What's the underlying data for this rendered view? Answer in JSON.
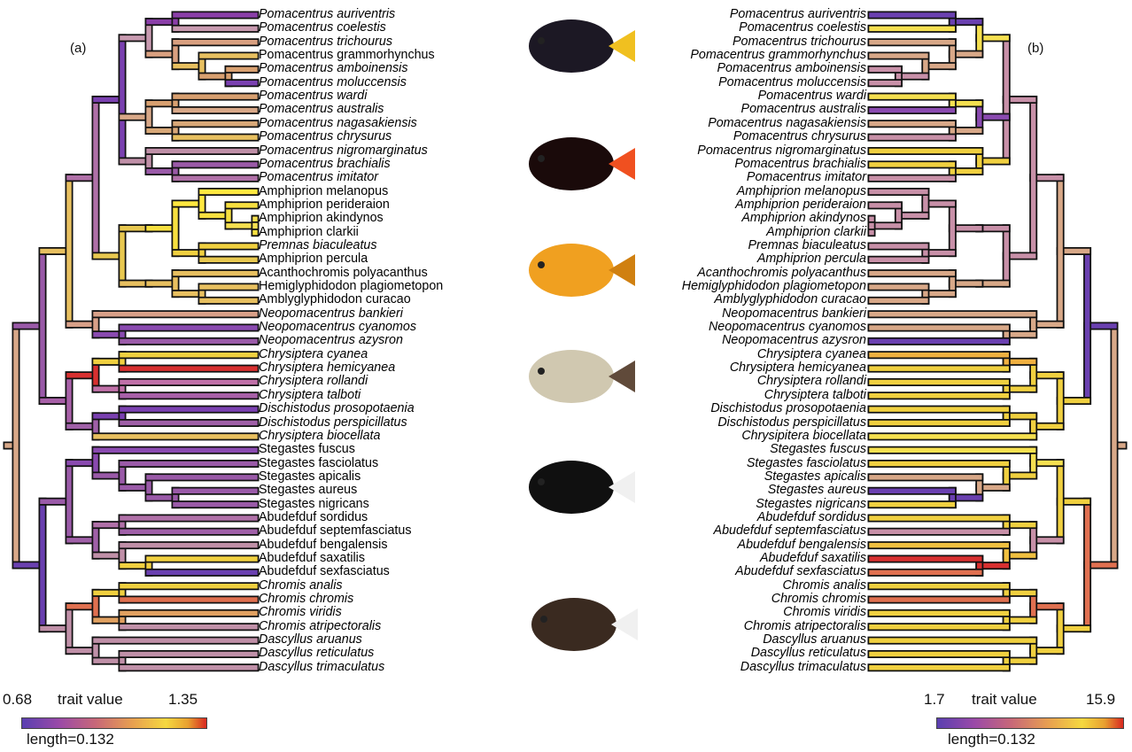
{
  "panels": {
    "left": "(a)",
    "right": "(b)"
  },
  "taxa_left": [
    {
      "name": "Pomacentrus auriventris",
      "italic": true
    },
    {
      "name": "Pomacentrus coelestis",
      "italic": true
    },
    {
      "name": "Pomacentrus trichourus",
      "italic": true
    },
    {
      "name": "Pomacentrus grammorhynchus",
      "italic": false
    },
    {
      "name": "Pomacentrus amboinensis",
      "italic": true
    },
    {
      "name": "Pomacentrus moluccensis",
      "italic": true
    },
    {
      "name": "Pomacentrus wardi",
      "italic": true
    },
    {
      "name": "Pomacentrus australis",
      "italic": true
    },
    {
      "name": "Pomacentrus nagasakiensis",
      "italic": true
    },
    {
      "name": "Pomacentrus chrysurus",
      "italic": true
    },
    {
      "name": "Pomacentrus nigromarginatus",
      "italic": true
    },
    {
      "name": "Pomacentrus brachialis",
      "italic": true
    },
    {
      "name": "Pomacentrus imitator",
      "italic": true
    },
    {
      "name": "Amphiprion melanopus",
      "italic": false
    },
    {
      "name": "Amphiprion perideraion",
      "italic": false
    },
    {
      "name": "Amphiprion akindynos",
      "italic": false
    },
    {
      "name": "Amphiprion clarkii",
      "italic": false
    },
    {
      "name": "Premnas biaculeatus",
      "italic": true
    },
    {
      "name": "Amphiprion percula",
      "italic": false
    },
    {
      "name": "Acanthochromis polyacanthus",
      "italic": false
    },
    {
      "name": "Hemiglyphidodon plagiometopon",
      "italic": false
    },
    {
      "name": "Amblyglyphidodon curacao",
      "italic": false
    },
    {
      "name": "Neopomacentrus bankieri",
      "italic": true
    },
    {
      "name": "Neopomacentrus cyanomos",
      "italic": true
    },
    {
      "name": "Neopomacentrus azysron",
      "italic": true
    },
    {
      "name": "Chrysiptera cyanea",
      "italic": true
    },
    {
      "name": "Chrysiptera hemicyanea",
      "italic": true
    },
    {
      "name": "Chrysiptera rollandi",
      "italic": true
    },
    {
      "name": "Chrysiptera talboti",
      "italic": true
    },
    {
      "name": "Dischistodus prosopotaenia",
      "italic": true
    },
    {
      "name": "Dischistodus perspicillatus",
      "italic": true
    },
    {
      "name": "Chrysiptera biocellata",
      "italic": true
    },
    {
      "name": "Stegastes fuscus",
      "italic": false
    },
    {
      "name": "Stegastes fasciolatus",
      "italic": false
    },
    {
      "name": "Stegastes apicalis",
      "italic": false
    },
    {
      "name": "Stegastes aureus",
      "italic": false
    },
    {
      "name": "Stegastes nigricans",
      "italic": false
    },
    {
      "name": "Abudefduf sordidus",
      "italic": false
    },
    {
      "name": "Abudefduf septemfasciatus",
      "italic": false
    },
    {
      "name": "Abudefduf bengalensis",
      "italic": false
    },
    {
      "name": "Abudefduf saxatilis",
      "italic": false
    },
    {
      "name": "Abudefduf sexfasciatus",
      "italic": false
    },
    {
      "name": "Chromis analis",
      "italic": true
    },
    {
      "name": "Chromis chromis",
      "italic": true
    },
    {
      "name": "Chromis viridis",
      "italic": true
    },
    {
      "name": "Chromis atripectoralis",
      "italic": true
    },
    {
      "name": "Dascyllus aruanus",
      "italic": true
    },
    {
      "name": "Dascyllus reticulatus",
      "italic": true
    },
    {
      "name": "Dascyllus trimaculatus",
      "italic": true
    }
  ],
  "taxa_right": [
    "Pomacentrus auriventris",
    "Pomacentrus coelestis",
    "Pomacentrus trichourus",
    "Pomacentrus grammorhynchus",
    "Pomacentrus amboinensis",
    "Pomacentrus moluccensis",
    "Pomacentrus wardi",
    "Pomacentrus australis",
    "Pomacentrus nagasakiensis",
    "Pomacentrus chrysurus",
    "Pomacentrus nigromarginatus",
    "Pomacentrus brachialis",
    "Pomacentrus imitator",
    "Amphiprion melanopus",
    "Amphiprion perideraion",
    "Amphiprion akindynos",
    "Amphiprion clarkii",
    "Premnas biaculeatus",
    "Amphiprion percula",
    "Acanthochromis polyacanthus",
    "Hemiglyphidodon plagiometopon",
    "Amblyglyphidodon curacao",
    "Neopomacentrus bankieri",
    "Neopomacentrus cyanomos",
    "Neopomacentrus azysron",
    "Chrysiptera cyanea",
    "Chrysiptera hemicyanea",
    "Chrysiptera rollandi",
    "Chrysiptera talboti",
    "Dischistodus prosopotaenia",
    "Dischistodus perspicillatus",
    "Chrysipitera biocellata",
    "Stegastes fuscus",
    "Stegastes fasciolatus",
    "Stegastes apicalis",
    "Stegastes aureus",
    "Stegastes nigricans",
    "Abudefduf sordidus",
    "Abudefduf septemfasciatus",
    "Abudefduf bengalensis",
    "Abudefduf saxatilis",
    "Abudefduf sexfasciatus",
    "Chromis analis",
    "Chromis chromis",
    "Chromis viridis",
    "Chromis atripectoralis",
    "Dascyllus aruanus",
    "Dascyllus reticulatus",
    "Dascyllus trimaculatus"
  ],
  "tip_colors_left": [
    "#8a3ea8",
    "#c89ab0",
    "#d9a080",
    "#e8c060",
    "#d8a070",
    "#7a40b0",
    "#d8a070",
    "#d8a888",
    "#d8a878",
    "#e8c060",
    "#c090a8",
    "#9a5aa8",
    "#b070a8",
    "#ffe840",
    "#f7e040",
    "#f5e050",
    "#f7e040",
    "#f0d040",
    "#e8c850",
    "#e8c060",
    "#e8c060",
    "#e8c060",
    "#d8a088",
    "#8a4ab0",
    "#9a5aa8",
    "#f0d040",
    "#d83030",
    "#c070a8",
    "#a860a8",
    "#7a40b0",
    "#a060a8",
    "#e8c060",
    "#8a4ab0",
    "#9a5aa8",
    "#9a5aa8",
    "#9a5aa8",
    "#9a5aa8",
    "#b070a8",
    "#a060a8",
    "#c090a8",
    "#f0d040",
    "#6a40b0",
    "#f0d040",
    "#e07050",
    "#e0a060",
    "#c090a8",
    "#c090a8",
    "#c090a8",
    "#c090a8"
  ],
  "tip_colors_right": [
    "#6a40b0",
    "#f5e050",
    "#d8a888",
    "#d8a888",
    "#c890a8",
    "#c890a8",
    "#f5e050",
    "#8a4ab0",
    "#d8a888",
    "#c890a8",
    "#f0d040",
    "#f0d040",
    "#c890a8",
    "#c890a8",
    "#c890a8",
    "#c890a8",
    "#c890a8",
    "#c890a8",
    "#c890a8",
    "#d8a888",
    "#d8a888",
    "#d8a888",
    "#d8a888",
    "#d8a888",
    "#6a40b0",
    "#f0b040",
    "#f0d040",
    "#f0d040",
    "#f0d040",
    "#f0d040",
    "#f0d040",
    "#f5e050",
    "#f5e050",
    "#f0d040",
    "#d8a888",
    "#6a40b0",
    "#f0d040",
    "#f0d040",
    "#c890a8",
    "#f0c040",
    "#d83030",
    "#e07050",
    "#f0d040",
    "#e07050",
    "#f0d040",
    "#f0d040",
    "#f0d040",
    "#f0d040",
    "#f0d040"
  ],
  "legend_left": {
    "min": "0.68",
    "label": "trait value",
    "max": "1.35",
    "scale": "length=0.132"
  },
  "legend_right": {
    "min": "1.7",
    "label": "trait value",
    "max": "15.9",
    "scale": "length=0.132"
  },
  "colormap": [
    "#5a3fb0",
    "#9a4aa8",
    "#c86878",
    "#e8a050",
    "#f5d840",
    "#e8a030",
    "#d82820"
  ],
  "fish_images": [
    {
      "name": "fish-photo-pomacentrus",
      "colors": [
        "#1c1824",
        "#f0c020"
      ]
    },
    {
      "name": "fish-photo-amphiprion",
      "colors": [
        "#1a0a0a",
        "#f05020"
      ]
    },
    {
      "name": "fish-photo-yellow-damsel",
      "colors": [
        "#f0a020",
        "#d08010"
      ]
    },
    {
      "name": "fish-photo-striped-damsel",
      "colors": [
        "#d0c8b0",
        "#604a3a"
      ]
    },
    {
      "name": "fish-photo-dascyllus-aruanus",
      "colors": [
        "#101010",
        "#f0f0f0"
      ]
    },
    {
      "name": "fish-photo-dascyllus-trimaculatus",
      "colors": [
        "#3a2a20",
        "#f0f0f0"
      ]
    }
  ]
}
